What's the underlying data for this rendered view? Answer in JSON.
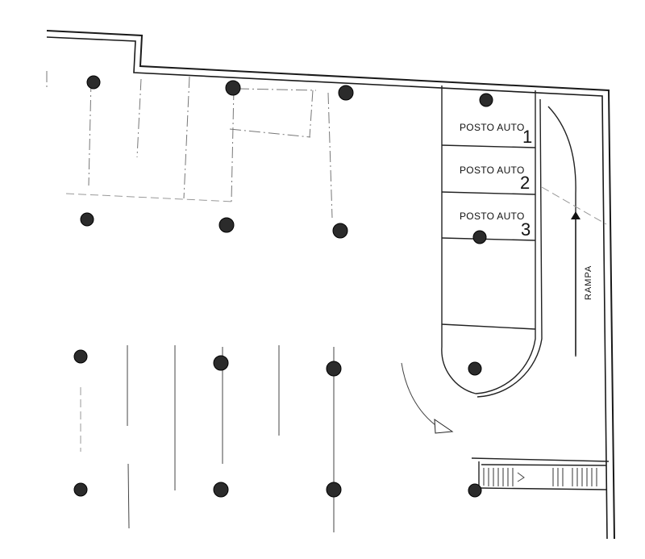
{
  "parking_spaces": [
    {
      "label": "POSTO AUTO",
      "number": "1"
    },
    {
      "label": "POSTO AUTO",
      "number": "2"
    },
    {
      "label": "POSTO AUTO",
      "number": "3"
    }
  ],
  "ramp": {
    "label": "RAMPA"
  },
  "colors": {
    "ink": "#1a1a1a",
    "column_fill": "#2b2b2b",
    "paper": "#ffffff"
  }
}
